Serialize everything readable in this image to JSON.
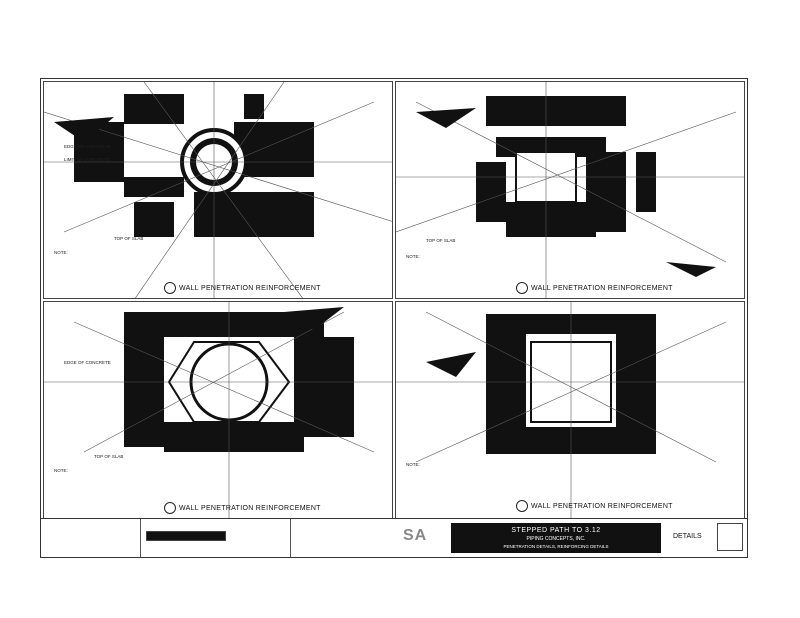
{
  "panels": [
    {
      "id": "a",
      "title": "WALL PENETRATION REINFORCEMENT",
      "shape": "circle",
      "notes": [
        {
          "text": "EDGE OF CONCRETE"
        },
        {
          "text": "LIMIT OF CONCRETE"
        },
        {
          "text": "TOP OF SLAB"
        },
        {
          "text": "NOTE:"
        }
      ]
    },
    {
      "id": "b",
      "title": "WALL PENETRATION REINFORCEMENT",
      "shape": "square",
      "notes": [
        {
          "text": "TOP OF SLAB"
        },
        {
          "text": "NOTE:"
        }
      ]
    },
    {
      "id": "c",
      "title": "WALL PENETRATION REINFORCEMENT",
      "shape": "circle",
      "notes": [
        {
          "text": "EDGE OF CONCRETE"
        },
        {
          "text": "TOP OF SLAB"
        },
        {
          "text": "NOTE:"
        }
      ]
    },
    {
      "id": "d",
      "title": "WALL PENETRATION REINFORCEMENT",
      "shape": "square",
      "notes": [
        {
          "text": "NOTE:"
        }
      ]
    }
  ],
  "titleblock": {
    "logo": "SA",
    "project": "STEPPED PATH TO 3.12",
    "company": "PIPING CONCEPTS, INC.",
    "subtitle": "PENETRATION DETAILS, REINFORCING DETAILS",
    "sheet": "DETAILS"
  }
}
